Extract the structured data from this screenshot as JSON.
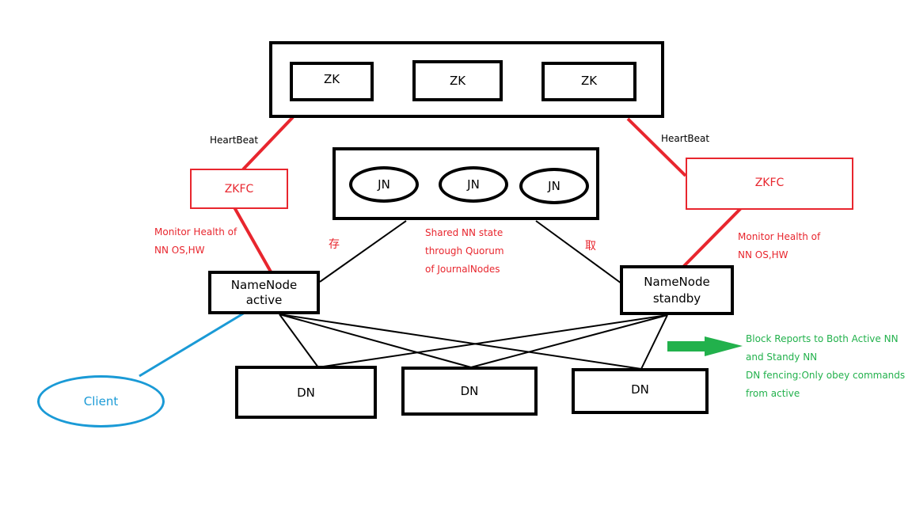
{
  "zk_nodes": [
    "ZK",
    "ZK",
    "ZK"
  ],
  "jn_nodes": [
    "JN",
    "JN",
    "JN"
  ],
  "zkfc_left": "ZKFC",
  "zkfc_right": "ZKFC",
  "heartbeat_left": "HeartBeat",
  "heartbeat_right": "HeartBeat",
  "monitor_left": [
    "Monitor Health of",
    "NN OS,HW"
  ],
  "monitor_right": [
    "Monitor Health of",
    "NN OS,HW"
  ],
  "namenode_active": [
    "NameNode",
    "active"
  ],
  "namenode_standby": [
    "NameNode",
    "standby"
  ],
  "shared_state": [
    "Shared NN state",
    "through Quorum",
    "of JournalNodes"
  ],
  "store_label": "存",
  "fetch_label": "取",
  "dn_nodes": [
    "DN",
    "DN",
    "DN"
  ],
  "client": "Client",
  "block_reports": [
    "Block Reports to Both Active NN",
    "and Standy NN",
    "DN fencing:Only obey commands",
    "from active"
  ],
  "colors": {
    "red": "#e8262e",
    "blue": "#1a9ad6",
    "green": "#22b14c",
    "black": "#000000"
  }
}
